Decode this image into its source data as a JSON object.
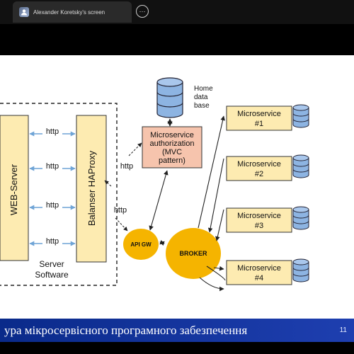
{
  "tab": {
    "title": "Alexander Koretsky's screen",
    "menu_label": "⋯"
  },
  "diagram": {
    "web_server": "WEB-Server",
    "balancer": "Balanser HAProxy",
    "server_software": [
      "Server",
      "Software"
    ],
    "http_label": "http",
    "home_db": [
      "Home",
      "data",
      "base"
    ],
    "auth": [
      "Microservice",
      "authorization",
      "(MVC",
      "pattern)"
    ],
    "api_gw": "API GW",
    "broker": "BROKER",
    "microservices": [
      {
        "name": "Microservice",
        "num": "#1"
      },
      {
        "name": "Microservice",
        "num": "#2"
      },
      {
        "name": "Microservice",
        "num": "#3"
      },
      {
        "name": "Microservice",
        "num": "#4"
      }
    ]
  },
  "footer": {
    "caption": "ура мікросервісного програмного забезпечення",
    "page_number": "11"
  },
  "colors": {
    "slide_bar": "#1e3fb0",
    "service_box": "#fdebb1",
    "auth_box": "#f6c4ad",
    "ellipse": "#f5b400",
    "db": "#8db4e2"
  }
}
